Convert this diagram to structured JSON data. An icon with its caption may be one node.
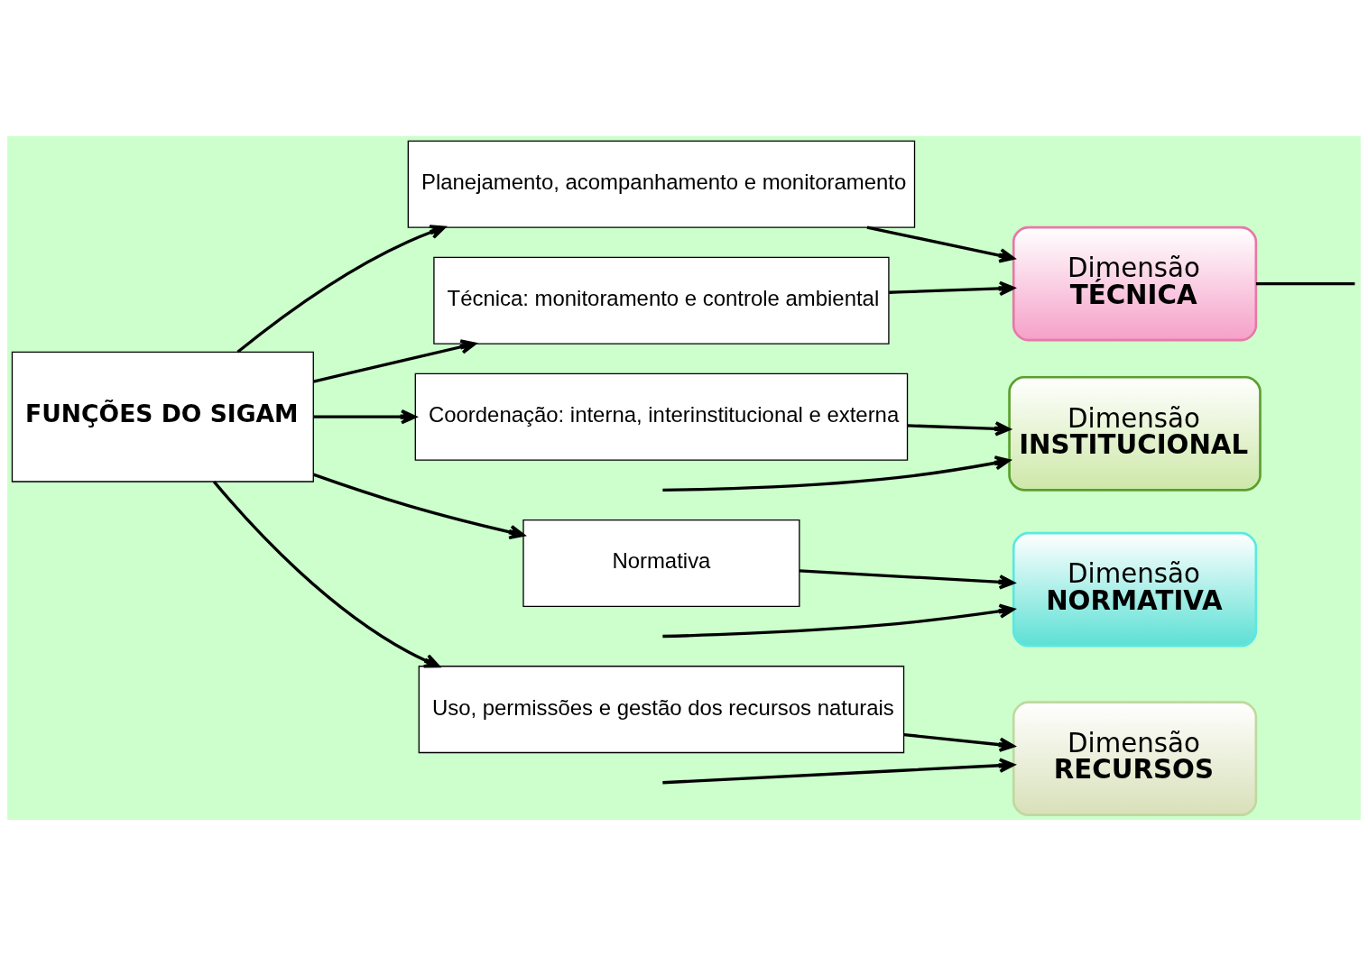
{
  "diagram": {
    "nodes": [
      {
        "text": [
          "FUNÇÕES DO SIGAM"
        ]
      },
      {
        "text": [
          "Planejamento, acompanhamento e monitoramento"
        ]
      },
      {
        "text": [
          "Técnica: monitoramento e controle ambiental"
        ]
      },
      {
        "text": [
          "Coordenação: interna, interinstitucional e externa"
        ]
      },
      {
        "text": [
          "Normativa"
        ]
      },
      {
        "text": [
          "Uso, permissões e gestão dos recursos naturais"
        ]
      },
      {
        "text": [
          "Dimensão",
          "TÉCNICA"
        ]
      },
      {
        "text": [
          "Dimensão",
          "INSTITUCIONAL"
        ]
      },
      {
        "text": [
          "Dimensão",
          "NORMATIVA"
        ]
      },
      {
        "text": [
          "Dimensão",
          "RECURSOS"
        ]
      }
    ],
    "edges": [
      {
        "from": 0,
        "to": 1,
        "arrow": "to"
      },
      {
        "from": 0,
        "to": 2,
        "arrow": "to"
      },
      {
        "from": 0,
        "to": 3,
        "arrow": "to"
      },
      {
        "from": 0,
        "to": 4,
        "arrow": "to"
      },
      {
        "from": 0,
        "to": 5,
        "arrow": "to"
      },
      {
        "from": 1,
        "to": 6,
        "arrow": "to"
      },
      {
        "from": 2,
        "to": 6,
        "arrow": "to"
      },
      {
        "from": 3,
        "to": 7,
        "arrow": "to"
      },
      {
        "from": 4,
        "to": 8,
        "arrow": "to"
      },
      {
        "from": 5,
        "to": 9,
        "arrow": "to"
      },
      {
        "from": 6,
        "to": null,
        "arrow": "none"
      },
      {
        "from": null,
        "to": 7,
        "arrow": "to"
      },
      {
        "from": null,
        "to": 8,
        "arrow": "to"
      },
      {
        "from": null,
        "to": 9,
        "arrow": "to"
      }
    ]
  }
}
